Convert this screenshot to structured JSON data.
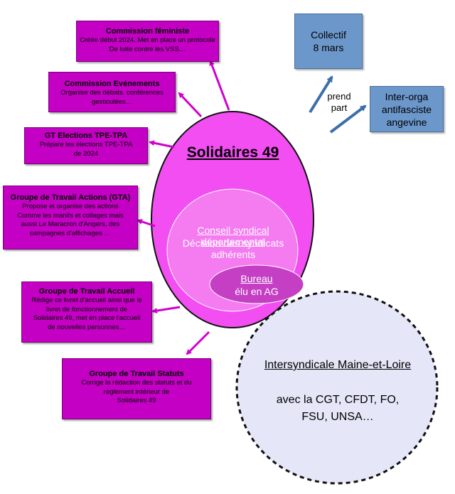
{
  "colors": {
    "magenta": "#c400c4",
    "circle": "#f24ef2",
    "inner": "#f47bf0",
    "bureau": "#c43fc4",
    "blue": "#6c97cb",
    "arrow_blue": "#3c6fa8",
    "arrow_magenta": "#d000d0",
    "intersyndicale": "#e5e6f8"
  },
  "main": {
    "title": "Solidaires 49",
    "conseil": "Conseil syndical départemental",
    "conseil_desc": "Décision des syndicats adhérents",
    "bureau": "Bureau",
    "bureau_desc": "élu en AG"
  },
  "groups": [
    {
      "title": "Commission féministe",
      "lines": [
        "Créée début 2024. Met en place un protocole",
        "De  lutte contre les VSS…"
      ]
    },
    {
      "title": "Commission Evénements",
      "lines": [
        "Organise des débats, conférences",
        "gesticulées…"
      ]
    },
    {
      "title": "GT Elections TPE-TPA",
      "lines": [
        "Prépare les élections TPE-TPA",
        "de 2024"
      ]
    },
    {
      "title": "Groupe de Travail Actions (GTA)",
      "lines": [
        "Propose et organise des actions",
        "Comme les manifs et collages mais",
        "aussi Le Maracron d'Angers, des",
        "campagnes d'affichages …"
      ]
    },
    {
      "title": "Groupe de Travail Accueil",
      "lines": [
        "Rédige ce livret d'accueil ainsi que le",
        "livret de fonctionnement de",
        "Solidaires 49, met en place l'accueil",
        "de nouvelles personnes…"
      ]
    },
    {
      "title": "Groupe de Travail Statuts",
      "lines": [
        "Corrige la rédaction des statuts et du",
        "règlement intérieur de",
        "Solidaires 49"
      ]
    }
  ],
  "partners": [
    {
      "lines": [
        "Collectif",
        "8 mars"
      ]
    },
    {
      "lines": [
        "Inter-orga",
        "antifasciste",
        "angevine"
      ]
    }
  ],
  "prend_part": [
    "prend",
    "part"
  ],
  "intersyndicale": {
    "title": "Intersyndicale Maine-et-Loire",
    "lines": [
      "avec la CGT, CFDT, FO,",
      "FSU, UNSA…"
    ]
  }
}
